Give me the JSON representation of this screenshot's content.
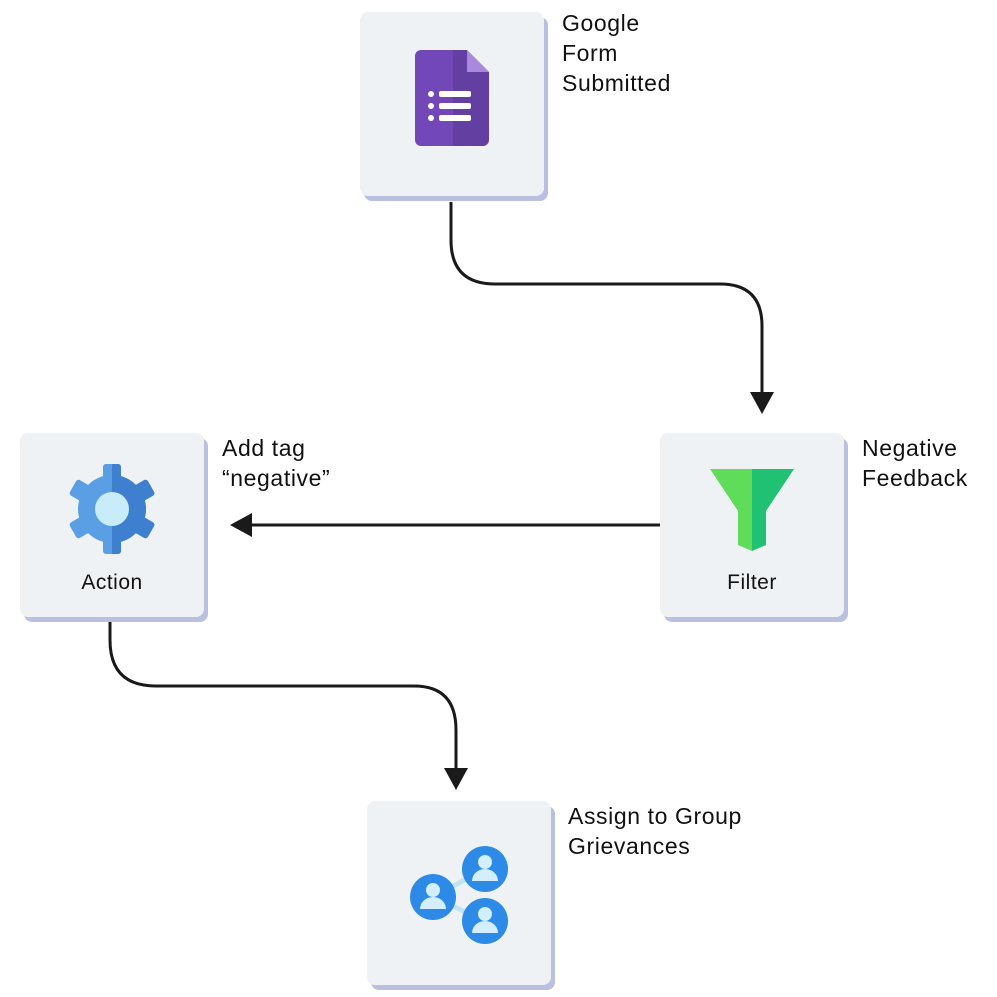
{
  "nodes": {
    "form": {
      "caption": "Google\nForm\nSubmitted",
      "icon": "google-forms-icon",
      "color": "#7248b9"
    },
    "filter": {
      "title": "Filter",
      "caption": "Negative\nFeedback",
      "icon": "funnel-icon",
      "color": "#22c46c"
    },
    "action": {
      "title": "Action",
      "caption": "Add tag\n“negative”",
      "icon": "gear-icon",
      "color": "#4a90d9"
    },
    "assign": {
      "caption": "Assign to Group\nGrievances",
      "icon": "group-network-icon",
      "color": "#2d8ae6"
    }
  },
  "edges": [
    {
      "from": "form",
      "to": "filter"
    },
    {
      "from": "filter",
      "to": "action"
    },
    {
      "from": "action",
      "to": "assign"
    }
  ]
}
